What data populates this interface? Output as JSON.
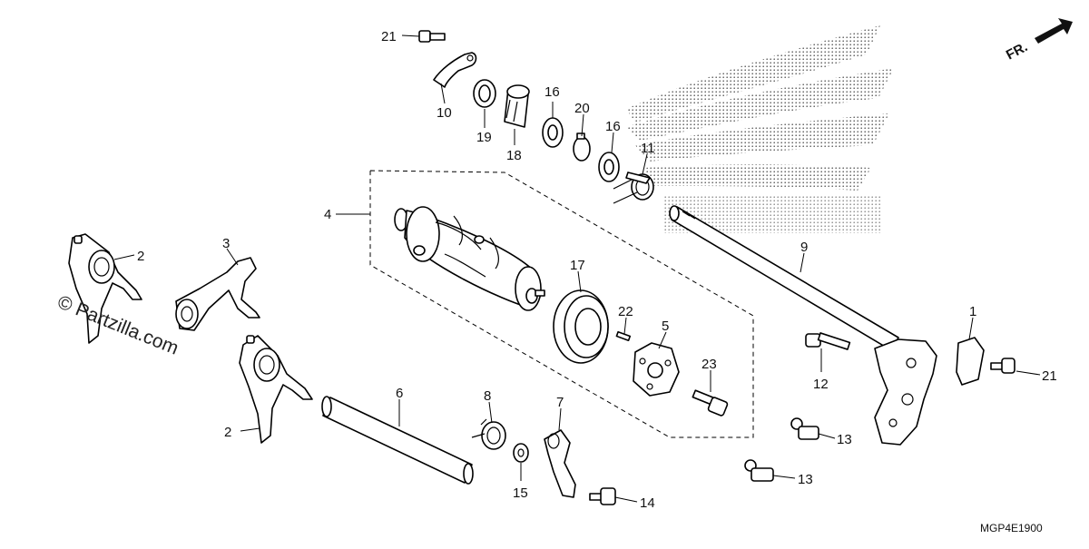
{
  "diagram": {
    "callouts": [
      {
        "id": "c21a",
        "label": "21"
      },
      {
        "id": "c10",
        "label": "10"
      },
      {
        "id": "c19",
        "label": "19"
      },
      {
        "id": "c18",
        "label": "18"
      },
      {
        "id": "c16a",
        "label": "16"
      },
      {
        "id": "c20",
        "label": "20"
      },
      {
        "id": "c16b",
        "label": "16"
      },
      {
        "id": "c11",
        "label": "11"
      },
      {
        "id": "c4",
        "label": "4"
      },
      {
        "id": "c2a",
        "label": "2"
      },
      {
        "id": "c3",
        "label": "3"
      },
      {
        "id": "c17",
        "label": "17"
      },
      {
        "id": "c9",
        "label": "9"
      },
      {
        "id": "c22",
        "label": "22"
      },
      {
        "id": "c5",
        "label": "5"
      },
      {
        "id": "c1",
        "label": "1"
      },
      {
        "id": "c23",
        "label": "23"
      },
      {
        "id": "c12",
        "label": "12"
      },
      {
        "id": "c21b",
        "label": "21"
      },
      {
        "id": "c6",
        "label": "6"
      },
      {
        "id": "c8",
        "label": "8"
      },
      {
        "id": "c7",
        "label": "7"
      },
      {
        "id": "c2b",
        "label": "2"
      },
      {
        "id": "c13a",
        "label": "13"
      },
      {
        "id": "c15",
        "label": "15"
      },
      {
        "id": "c13b",
        "label": "13"
      },
      {
        "id": "c14",
        "label": "14"
      }
    ],
    "direction_label": "FR.",
    "watermark": "© Partzilla.com",
    "figure_code": "MGP4E1900"
  }
}
